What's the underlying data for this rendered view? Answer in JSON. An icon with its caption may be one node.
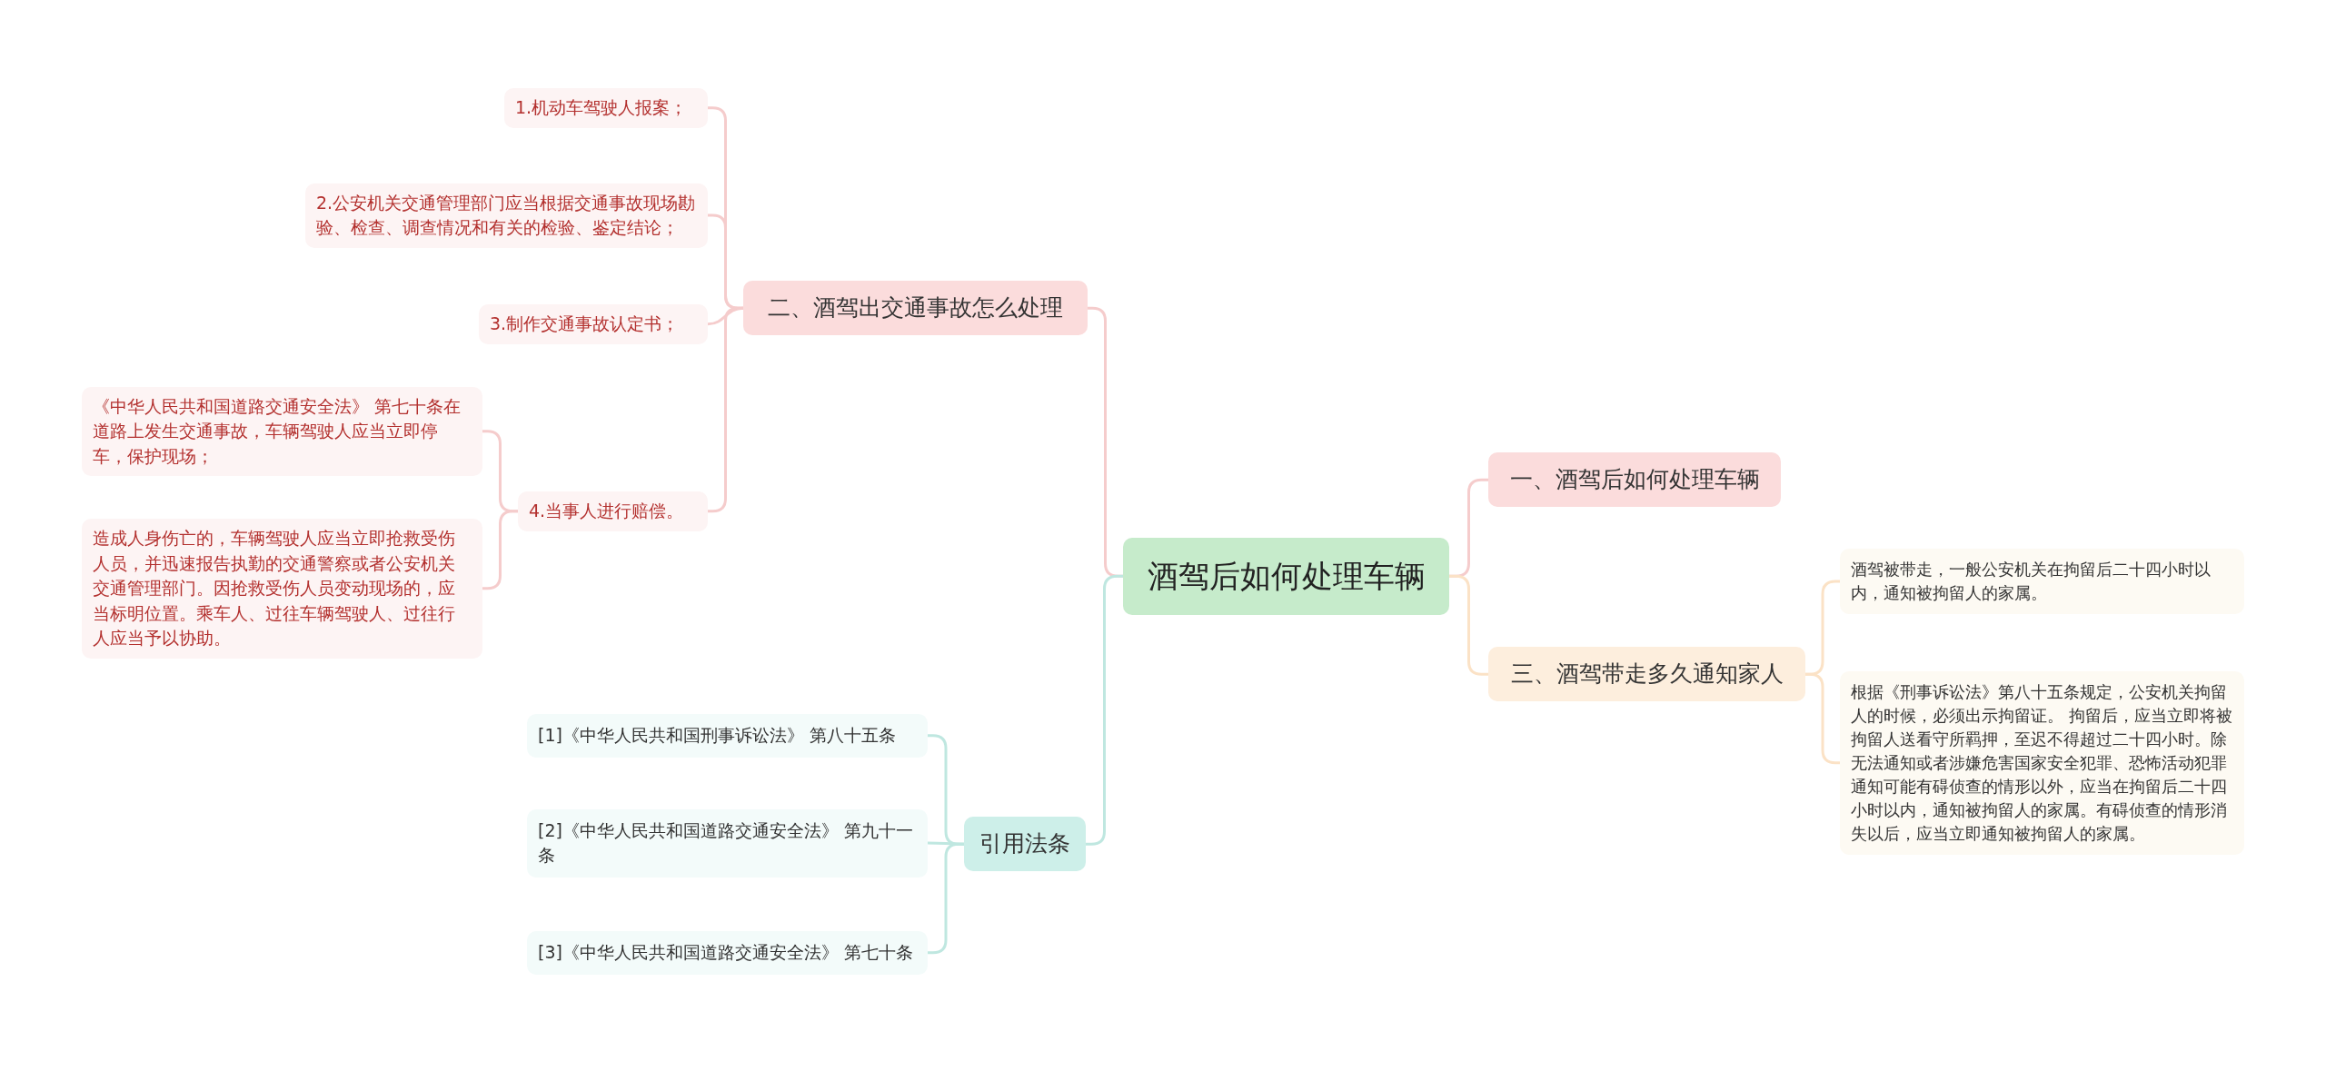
{
  "diagram": {
    "nodes": [
      {
        "text": [
          "酒驾后如何处理车辆"
        ]
      },
      {
        "text": [
          "二、酒驾出交通事故怎么处理"
        ]
      },
      {
        "text": [
          "1.机动车驾驶人报案；"
        ]
      },
      {
        "text": [
          "2.公安机关交通管理部门应当根据交通事故现场勘验、检查、调查情况和有关的检验、鉴定结论；"
        ]
      },
      {
        "text": [
          "3.制作交通事故认定书；"
        ]
      },
      {
        "text": [
          "4.当事人进行赔偿。"
        ]
      },
      {
        "text": [
          "《中华人民共和国道路交通安全法》 第七十条在道路上发生交通事故，车辆驾驶人应当立即停车，保护现场；"
        ]
      },
      {
        "text": [
          "造成人身伤亡的，车辆驾驶人应当立即抢救受伤人员，并迅速报告执勤的交通警察或者公安机关交通管理部门。因抢救受伤人员变动现场的，应当标明位置。乘车人、过往车辆驾驶人、过往行人应当予以协助。"
        ]
      },
      {
        "text": [
          "引用法条"
        ]
      },
      {
        "text": [
          "[1]《中华人民共和国刑事诉讼法》 第八十五条"
        ]
      },
      {
        "text": [
          "[2]《中华人民共和国道路交通安全法》 第九十一条"
        ]
      },
      {
        "text": [
          "[3]《中华人民共和国道路交通安全法》 第七十条"
        ]
      },
      {
        "text": [
          "一、酒驾后如何处理车辆"
        ]
      },
      {
        "text": [
          "三、酒驾带走多久通知家人"
        ]
      },
      {
        "text": [
          "酒驾被带走，一般公安机关在拘留后二十四小时以内，通知被拘留人的家属。"
        ]
      },
      {
        "text": [
          "根据《刑事诉讼法》第八十五条规定，公安机关拘留人的时候，必须出示拘留证。 拘留后，应当立即将被拘留人送看守所羁押，至迟不得超过二十四小时。除无法通知或者涉嫌危害国家安全犯罪、恐怖活动犯罪通知可能有碍侦查的情形以外，应当在拘留后二十四小时以内，通知被拘留人的家属。有碍侦查的情形消失以后，应当立即通知被拘留人的家属。"
        ]
      }
    ],
    "edges": [
      {
        "from": 0,
        "to": 1,
        "arrow": "none"
      },
      {
        "from": 0,
        "to": 8,
        "arrow": "none",
        "color": "#bfe7e0"
      },
      {
        "from": 0,
        "to": 12,
        "arrow": "none"
      },
      {
        "from": 0,
        "to": 13,
        "arrow": "none",
        "color": "#fbe2c6"
      },
      {
        "from": 1,
        "to": 2,
        "arrow": "none"
      },
      {
        "from": 1,
        "to": 3,
        "arrow": "none"
      },
      {
        "from": 1,
        "to": 4,
        "arrow": "none"
      },
      {
        "from": 1,
        "to": 5,
        "arrow": "none"
      },
      {
        "from": 5,
        "to": 6,
        "arrow": "none"
      },
      {
        "from": 5,
        "to": 7,
        "arrow": "none"
      },
      {
        "from": 8,
        "to": 9,
        "arrow": "none",
        "color": "#bfe7e0"
      },
      {
        "from": 8,
        "to": 10,
        "arrow": "none",
        "color": "#bfe7e0"
      },
      {
        "from": 8,
        "to": 11,
        "arrow": "none",
        "color": "#bfe7e0"
      },
      {
        "from": 13,
        "to": 14,
        "arrow": "none",
        "color": "#fbe2c6"
      },
      {
        "from": 13,
        "to": 15,
        "arrow": "none",
        "color": "#fbe2c6"
      }
    ]
  }
}
